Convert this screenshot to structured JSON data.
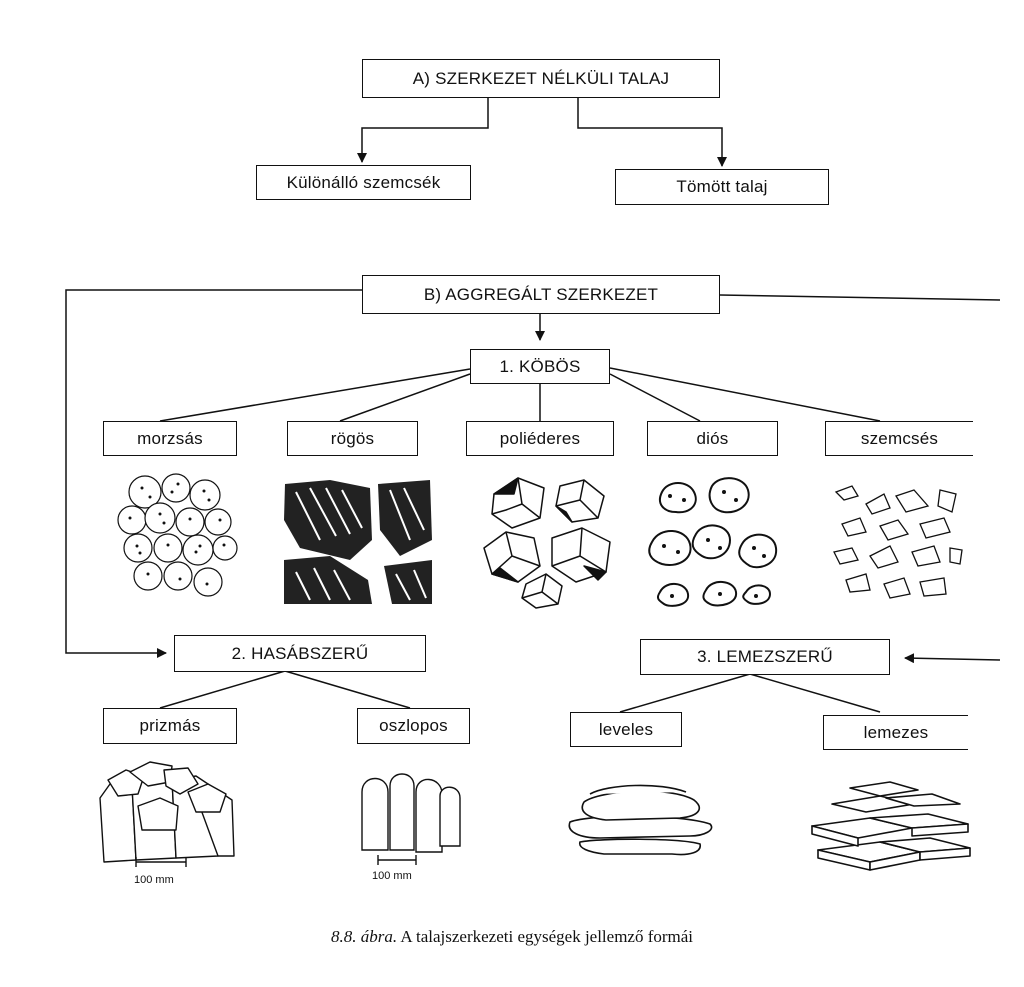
{
  "section_a": {
    "title": "A) SZERKEZET NÉLKÜLI TALAJ",
    "children": [
      "Különálló szemcsék",
      "Tömött talaj"
    ]
  },
  "section_b": {
    "title": "B) AGGREGÁLT SZERKEZET",
    "groups": [
      {
        "title": "1. KÖBÖS",
        "types": [
          "morzsás",
          "rögös",
          "poliéderes",
          "diós",
          "szemcsés"
        ]
      },
      {
        "title": "2. HASÁBSZERŰ",
        "types": [
          "prizmás",
          "oszlopos"
        ]
      },
      {
        "title": "3. LEMEZSZERŰ",
        "types": [
          "leveles",
          "lemezes"
        ]
      }
    ]
  },
  "scale_labels": [
    "100 mm",
    "100 mm"
  ],
  "caption": {
    "figure_number": "8.8. ábra.",
    "text": "A talajszerkezeti egységek jellemző formái"
  }
}
